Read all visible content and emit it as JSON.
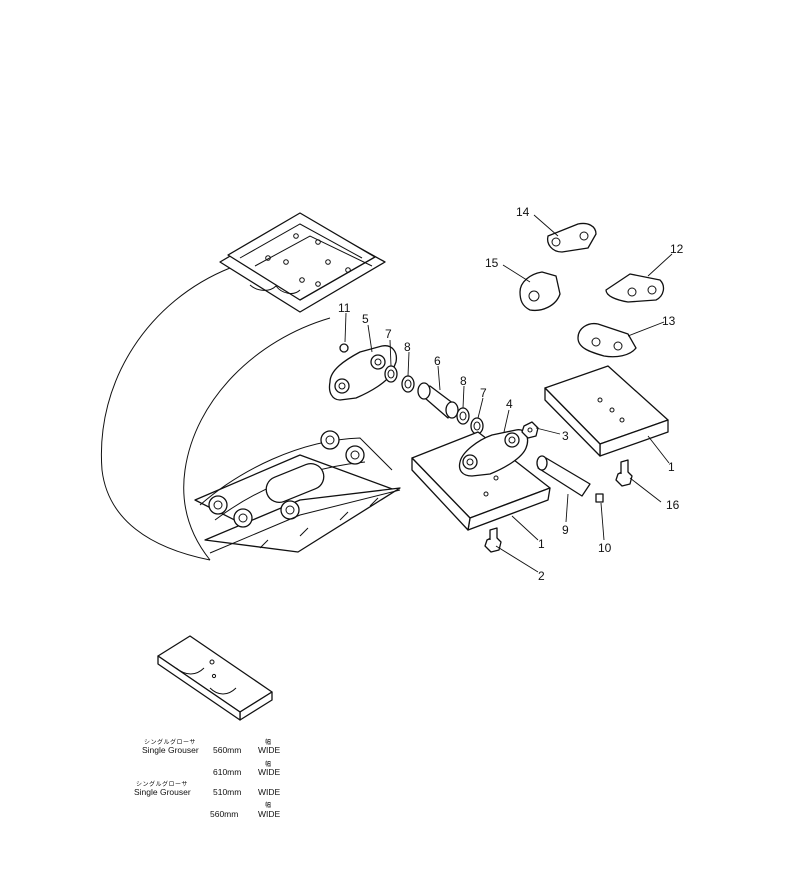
{
  "callouts": [
    "14",
    "15",
    "12",
    "13",
    "11",
    "5",
    "7",
    "8",
    "6",
    "8",
    "7",
    "4",
    "3",
    "1",
    "16",
    "9",
    "10",
    "1",
    "2"
  ],
  "legend": [
    {
      "jp": "シングルグローサ",
      "en": "Single Grouser",
      "size": "560mm",
      "mark": "幅",
      "wide": "WIDE"
    },
    {
      "jp": "",
      "en": "",
      "size": "610mm",
      "mark": "幅",
      "wide": "WIDE"
    },
    {
      "jp": "シングルグローサ",
      "en": "Single Grouser",
      "size": "510mm",
      "mark": "",
      "wide": "WIDE"
    },
    {
      "jp": "",
      "en": "",
      "size": "560mm",
      "mark": "幅",
      "wide": "WIDE"
    }
  ]
}
